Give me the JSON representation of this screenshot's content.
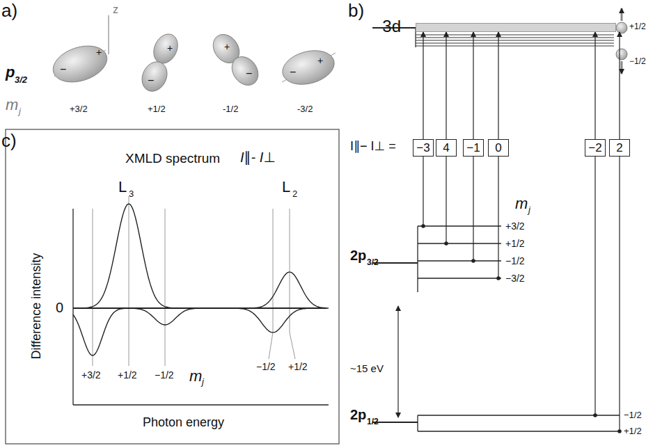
{
  "diagram": {
    "nodes": [
      {
        "text": [
          "3d"
        ]
      },
      {
        "text": [
          "−3"
        ]
      },
      {
        "text": [
          "4"
        ]
      },
      {
        "text": [
          "−1"
        ]
      },
      {
        "text": [
          "0"
        ]
      },
      {
        "text": [
          "−2"
        ]
      },
      {
        "text": [
          "2"
        ]
      }
    ],
    "edges": [
      {
        "from": 1,
        "to": 0,
        "arrow": "to"
      },
      {
        "from": 2,
        "to": 0,
        "arrow": "to"
      },
      {
        "from": 3,
        "to": 0,
        "arrow": "to"
      },
      {
        "from": 4,
        "to": 0,
        "arrow": "to"
      },
      {
        "from": 5,
        "to": 0,
        "arrow": "to"
      },
      {
        "from": 6,
        "to": 0,
        "arrow": "to"
      }
    ],
    "labels": [
      "a)",
      "p",
      "3/2",
      "z",
      "m",
      "j",
      "+3/2",
      "+1/2",
      "-1/2",
      "-3/2",
      "+",
      "−",
      "+",
      "−",
      "+",
      "−",
      "+",
      "−",
      "b)",
      "+1/2",
      "−1/2",
      "I∥− I⊥ =",
      "m",
      "j",
      "+3/2",
      "+1/2",
      "−1/2",
      "−3/2",
      "2p",
      "3/2",
      "~15 eV",
      "2p",
      "1/2",
      "−1/2",
      "+1/2",
      "c)",
      "XMLD spectrum",
      "I∥- I⊥",
      "L",
      "3",
      "L",
      "2",
      "Difference intensity",
      "0",
      "+3/2",
      "+1/2",
      "−1/2",
      "m",
      "j",
      "−1/2",
      "+1/2",
      "Photon energy"
    ]
  }
}
